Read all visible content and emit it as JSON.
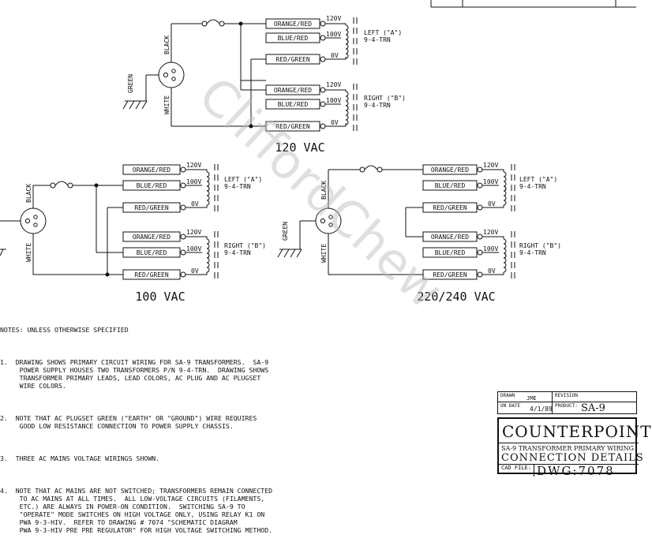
{
  "labels": {
    "orange_red": "ORANGE/RED",
    "blue_red": "BLUE/RED",
    "red_green": "RED/GREEN",
    "v120": "120V",
    "v100": "100V",
    "v0": "0V",
    "left_a": "LEFT (\"A\")",
    "right_b": "RIGHT (\"B\")",
    "part": "9-4-TRN",
    "black": "BLACK",
    "white": "WHITE",
    "green": "GREEN"
  },
  "captions": {
    "top": "120 VAC",
    "bottom_left": "100 VAC",
    "bottom_right": "220/240 VAC"
  },
  "watermark": "CliffordChew",
  "notes": {
    "heading": "NOTES: UNLESS OTHERWISE SPECIFIED",
    "n1": "1.  DRAWING SHOWS PRIMARY CIRCUIT WIRING FOR SA-9 TRANSFORMERS.  SA-9\n     POWER SUPPLY HOUSES TWO TRANSFORMERS P/N 9-4-TRN.  DRAWING SHOWS\n     TRANSFORMER PRIMARY LEADS, LEAD COLORS, AC PLUG AND AC PLUGSET\n     WIRE COLORS.",
    "n2": "2.  NOTE THAT AC PLUGSET GREEN (\"EARTH\" OR \"GROUND\") WIRE REQUIRES\n     GOOD LOW RESISTANCE CONNECTION TO POWER SUPPLY CHASSIS.",
    "n3": "3.  THREE AC MAINS VOLTAGE WIRINGS SHOWN.",
    "n4": "4.  NOTE THAT AC MAINS ARE NOT SWITCHED; TRANSFORMERS REMAIN CONNECTED\n     TO AC MAINS AT ALL TIMES.  ALL LOW-VOLTAGE CIRCUITS (FILAMENTS,\n     ETC.) ARE ALWAYS IN POWER-ON CONDITION.  SWITCHING SA-9 TO\n     \"OPERATE\" MODE SWITCHES ON HIGH VOLTAGE ONLY, USING RELAY K1 ON\n     PWA 9-3-HIV.  REFER TO DRAWING # 7074 \"SCHEMATIC DIAGRAM\n     PWA 9-3-HIV PRE PRE REGULATOR\" FOR HIGH VOLTAGE SWITCHING METHOD."
  },
  "title_block": {
    "drawn_label": "DRAWN",
    "drawn_value": "JME",
    "revision_label": "REVISION",
    "on_date_label": "ON DATE",
    "on_date_value": "4/1/89",
    "product_label": "PRODUCT:",
    "product_value": "SA-9",
    "company": "COUNTERPOINT",
    "title_line1": "SA-9 TRANSFORMER PRIMARY WIRING",
    "title_line2": "CONNECTION DETAILS",
    "cad_label": "CAD FILE:",
    "dwg_value": "DWG:7078"
  }
}
